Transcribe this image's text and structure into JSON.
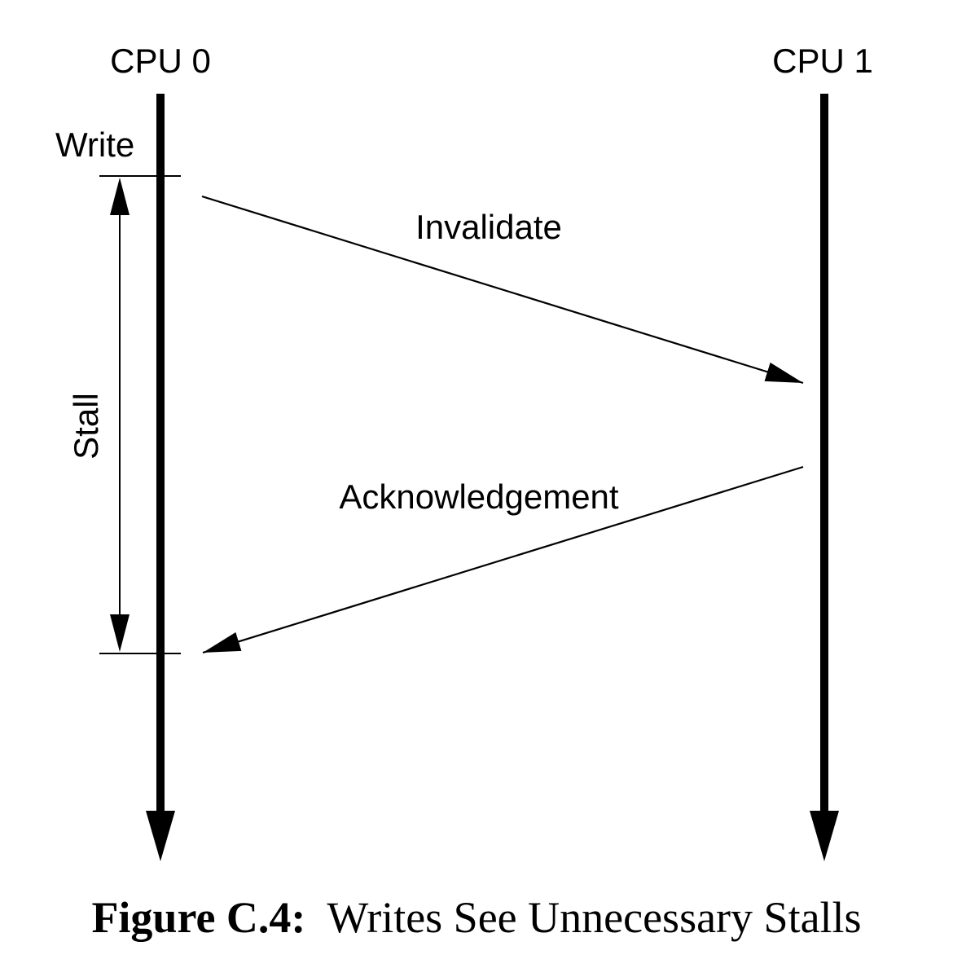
{
  "diagram": {
    "processors": [
      {
        "id": "cpu0",
        "label": "CPU 0"
      },
      {
        "id": "cpu1",
        "label": "CPU 1"
      }
    ],
    "write_label": "Write",
    "stall_label": "Stall",
    "messages": [
      {
        "id": "invalidate",
        "label": "Invalidate",
        "from": "CPU 0",
        "to": "CPU 1"
      },
      {
        "id": "acknowledgement",
        "label": "Acknowledgement",
        "from": "CPU 1",
        "to": "CPU 0"
      }
    ],
    "colors": {
      "ink": "#000000",
      "background": "#ffffff"
    }
  },
  "caption": {
    "label": "Figure C.4:",
    "text": "Writes See Unnecessary Stalls"
  }
}
